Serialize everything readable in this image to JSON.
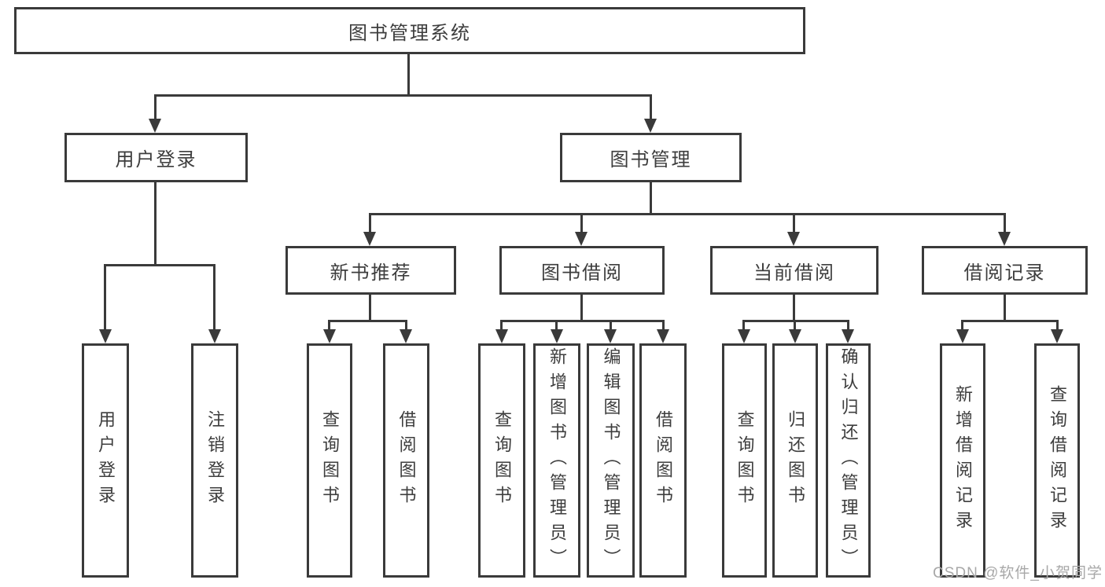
{
  "tree": {
    "label": "图书管理系统",
    "children": [
      {
        "label": "用户登录",
        "children": [
          {
            "label": "用户登录"
          },
          {
            "label": "注销登录"
          }
        ]
      },
      {
        "label": "图书管理",
        "children": [
          {
            "label": "新书推荐",
            "children": [
              {
                "label": "查询图书"
              },
              {
                "label": "借阅图书"
              }
            ]
          },
          {
            "label": "图书借阅",
            "children": [
              {
                "label": "查询图书"
              },
              {
                "label": "新增图书（管理员）"
              },
              {
                "label": "编辑图书（管理员）"
              },
              {
                "label": "借阅图书"
              }
            ]
          },
          {
            "label": "当前借阅",
            "children": [
              {
                "label": "查询图书"
              },
              {
                "label": "归还图书"
              },
              {
                "label": "确认归还（管理员）"
              }
            ]
          },
          {
            "label": "借阅记录",
            "children": [
              {
                "label": "新增借阅记录"
              },
              {
                "label": "查询借阅记录"
              }
            ]
          }
        ]
      }
    ]
  },
  "watermark": "CSDN @软件_小贺同学",
  "colors": {
    "line": "#3a3a3a",
    "text": "#3d3d3d",
    "watermark": "#a8a8a8",
    "background": "#ffffff"
  }
}
